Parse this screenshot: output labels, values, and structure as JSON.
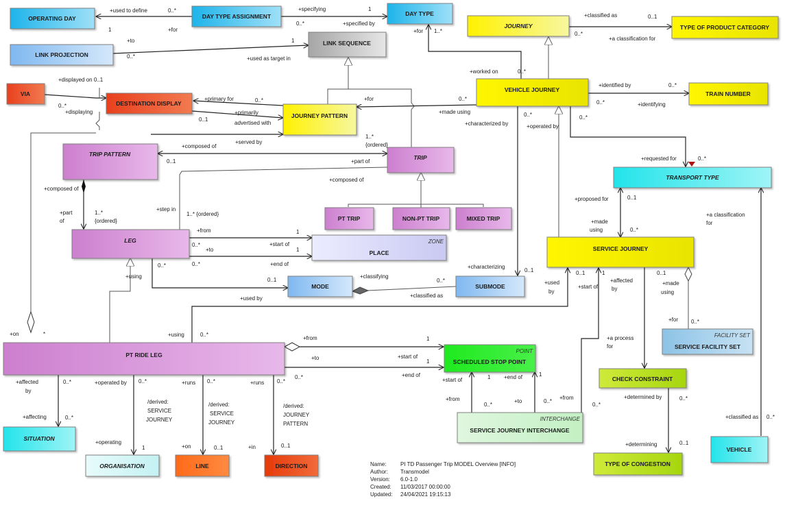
{
  "boxes": {
    "operating_day": "OPERATING DAY",
    "day_type_assignment": "DAY TYPE ASSIGNMENT",
    "day_type": "DAY TYPE",
    "journey": "JOURNEY",
    "type_of_product_category": "TYPE OF PRODUCT CATEGORY",
    "link_projection": "LINK PROJECTION",
    "link_sequence": "LINK SEQUENCE",
    "via": "VIA",
    "destination_display": "DESTINATION DISPLAY",
    "journey_pattern": "JOURNEY PATTERN",
    "vehicle_journey": "VEHICLE JOURNEY",
    "train_number": "TRAIN NUMBER",
    "trip_pattern": "TRIP PATTERN",
    "trip": "TRIP",
    "transport_type": "TRANSPORT TYPE",
    "pt_trip": "PT TRIP",
    "non_pt_trip": "NON-PT TRIP",
    "mixed_trip": "MIXED TRIP",
    "leg": "LEG",
    "place": "PLACE",
    "place_stereo": "ZONE",
    "service_journey": "SERVICE JOURNEY",
    "mode": "MODE",
    "submode": "SUBMODE",
    "facility_set": "SERVICE FACILITY SET",
    "facility_set_stereo": "FACILITY SET",
    "pt_ride_leg": "PT RIDE LEG",
    "scheduled_stop_point": "SCHEDULED STOP POINT",
    "ssp_stereo": "POINT",
    "check_constraint": "CHECK CONSTRAINT",
    "interchange": "SERVICE JOURNEY INTERCHANGE",
    "interchange_stereo": "INTERCHANGE",
    "vehicle": "VEHICLE",
    "type_of_congestion": "TYPE OF CONGESTION",
    "situation": "SITUATION",
    "organisation": "ORGANISATION",
    "line": "LINE",
    "direction": "DIRECTION"
  },
  "labels": {
    "l001": "+used to define",
    "l002": "0..*",
    "l003": "1",
    "l004": "+for",
    "l005": "+specifying",
    "l006": "1",
    "l007": "0..*",
    "l008": "+specified by",
    "l009": "+for",
    "l010": "1..*",
    "l011": "+classified as",
    "l012": "0..1",
    "l013": "0..*",
    "l014": "+a classification for",
    "l015": "+to",
    "l016": "1",
    "l017": "0..*",
    "l018": "+used as target in",
    "l019": "+displayed on 0..1",
    "l020": "0..*",
    "l021": "+displaying",
    "l022": "+primary for",
    "l023": "0..*",
    "l024": "0..1",
    "l025": "+primarily",
    "l026": "advertised with",
    "l027": "+served by",
    "l028": "+for",
    "l029": "0..*",
    "l030": "+made using",
    "l031": "+worked on",
    "l032": "0..*",
    "l033": "+identified by",
    "l034": "0..*",
    "l035": "0..*",
    "l036": "+identifying",
    "l037": "0..*",
    "l038": "+characterized by",
    "l039": "+operated by",
    "l040": "0..*",
    "l041": "1..*",
    "l042": "{ordered}",
    "l043": "+composed of",
    "l044": "0..1",
    "l045": "+part of",
    "l046": "+requested for",
    "l047": "0..*",
    "l048": "+composed of",
    "l049": "+part",
    "l050": "of",
    "l051": "1..*",
    "l052": "{ordered}",
    "l053": "+step in",
    "l054": "1..* {ordered}",
    "l055": "+proposed for",
    "l056": "0..1",
    "l057": "+made",
    "l058": "using",
    "l059": "0..*",
    "l060": "+a classification",
    "l061": "for",
    "l062": "+from",
    "l063": "1",
    "l064": "0..*",
    "l065": "+to",
    "l066": "+start of",
    "l067": "1",
    "l068": "0..*",
    "l069": "+end of",
    "l070": "+characterizing",
    "l071": "0..1",
    "l072": "0..1",
    "l073": "+classifying",
    "l074": "0..*",
    "l075": "+classified as",
    "l076": "+using",
    "l077": "+used by",
    "l078": "+used",
    "l079": "by",
    "l080": "0..1",
    "l081": "1",
    "l082": "+start of",
    "l083": "+affected",
    "l084": "by",
    "l085": "0..1",
    "l086": "+made",
    "l087": "using",
    "l088": "+for",
    "l089": "0..*",
    "l090": "+a process",
    "l091": "for",
    "l092": "+on",
    "l093": "*",
    "l094": "+using",
    "l095": "0..*",
    "l096": "+from",
    "l097": "1",
    "l098": "+to",
    "l099": "+start of",
    "l100": "1",
    "l101": "0..*",
    "l102": "+end of",
    "l103": "0..*",
    "l104": "+start of",
    "l105": "1",
    "l106": "+end of",
    "l107": "1",
    "l108": "+from",
    "l109": "0..*",
    "l110": "+to",
    "l111": "0..*",
    "l112": "+from",
    "l113": "0..*",
    "l114": "+determined by",
    "l115": "0..*",
    "l116": "+determining",
    "l117": "0..1",
    "l118": "+classified as",
    "l119": "0..*",
    "l120": "+affected",
    "l121": "by",
    "l122": "0..*",
    "l123": "+affecting",
    "l124": "0..*",
    "l125": "+operated by",
    "l126": "0..*",
    "l127": "+operating",
    "l128": "1",
    "l129": "/derived:",
    "l130": "SERVICE",
    "l131": "JOURNEY",
    "l132": "+runs",
    "l133": "0..*",
    "l134": "/derived:",
    "l135": "SERVICE",
    "l136": "JOURNEY",
    "l137": "+on",
    "l138": "0..1",
    "l139": "+runs",
    "l140": "0..*",
    "l141": "/derived:",
    "l142": "JOURNEY",
    "l143": "PATTERN",
    "l144": "+in",
    "l145": "0..1"
  },
  "info": {
    "name_key": "Name:",
    "name": "PI TD Passenger Trip MODEL Overview [INFO]",
    "author_key": "Author:",
    "author": "Transmodel",
    "version_key": "Version:",
    "version": "6.0-1.0",
    "created_key": "Created:",
    "created": "11/03/2017 00:00:00",
    "updated_key": "Updated:",
    "updated": "24/04/2021 19:15:13"
  }
}
